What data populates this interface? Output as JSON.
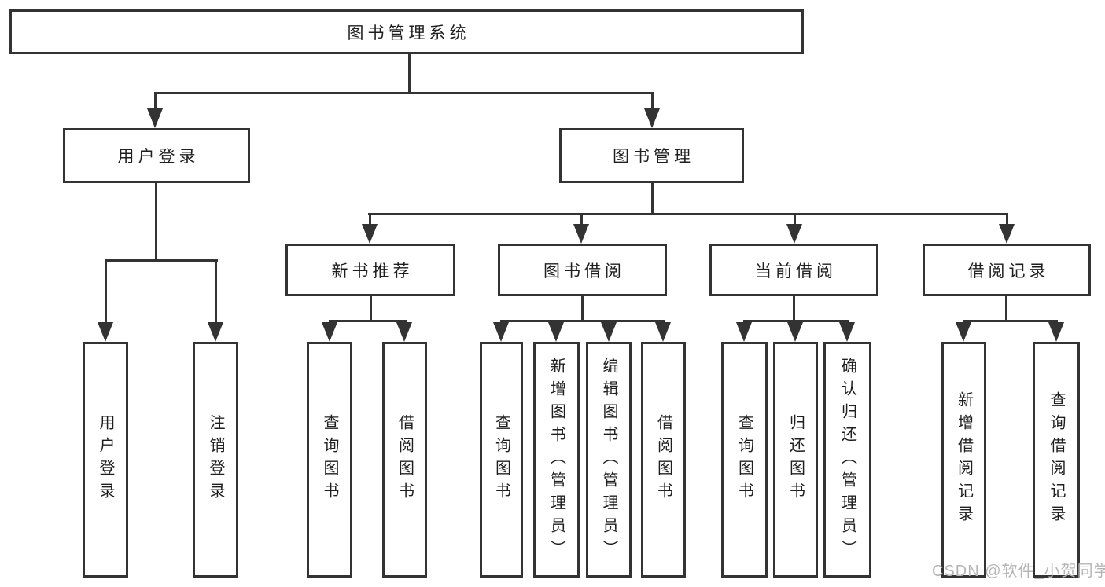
{
  "tree": {
    "root": "图书管理系统",
    "level2": [
      {
        "label": "用户登录",
        "leaves": [
          "用户登录",
          "注销登录"
        ]
      },
      {
        "label": "图书管理",
        "level3": [
          {
            "label": "新书推荐",
            "leaves": [
              "查询图书",
              "借阅图书"
            ]
          },
          {
            "label": "图书借阅",
            "leaves": [
              "查询图书",
              "新增图书（管理员）",
              "编辑图书（管理员）",
              "借阅图书"
            ]
          },
          {
            "label": "当前借阅",
            "leaves": [
              "查询图书",
              "归还图书",
              "确认归还（管理员）"
            ]
          },
          {
            "label": "借阅记录",
            "leaves": [
              "新增借阅记录",
              "查询借阅记录"
            ]
          }
        ]
      }
    ]
  },
  "watermark": "CSDN @软件_小贺同学",
  "colors": {
    "line": "#333333",
    "text": "#1f1f1f",
    "watermark": "#b5b5b5",
    "background": "#ffffff"
  }
}
